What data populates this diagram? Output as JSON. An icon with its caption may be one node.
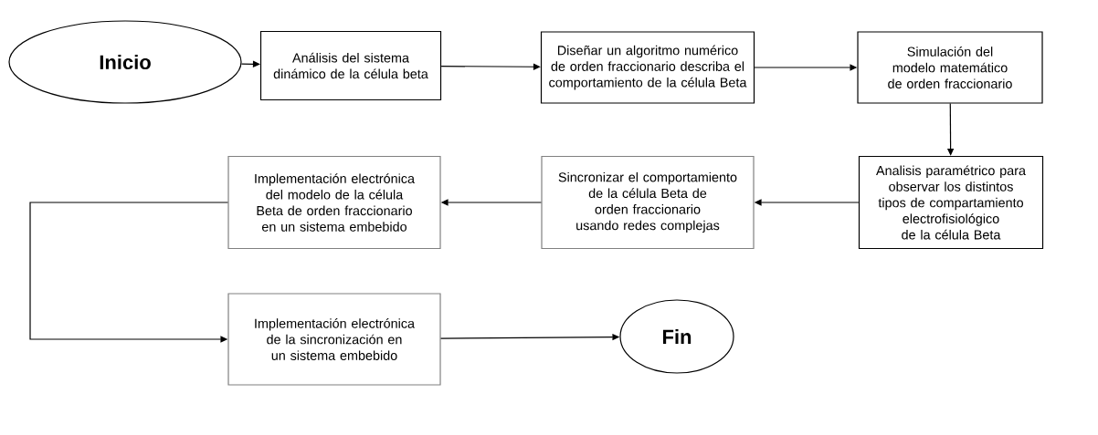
{
  "diagram": {
    "nodes": [
      {
        "text": [
          "Inicio"
        ]
      },
      {
        "text": [
          "Análisis del sistema dinámico de la célula beta"
        ]
      },
      {
        "text": [
          "Diseñar un algoritmo numérico de orden fraccionario describa el comportamiento de la célula Beta"
        ]
      },
      {
        "text": [
          "Simulación del modelo matemático de orden fraccionario"
        ]
      },
      {
        "text": [
          "Analisis paramétrico para observar los distintos tipos de compartamiento electrofisiológico de la célula Beta"
        ]
      },
      {
        "text": [
          "Sincronizar el comportamiento de la célula Beta de orden fraccionario usando redes complejas"
        ]
      },
      {
        "text": [
          "Implementación electrónica del modelo de la célula Beta de orden fraccionario en un sistema embebido"
        ]
      },
      {
        "text": [
          "Implementación electrónica de la sincronización en un sistema embebido"
        ]
      },
      {
        "text": [
          "Fin"
        ]
      }
    ],
    "edges": [
      {
        "from": 0,
        "to": 1,
        "arrow": "to"
      },
      {
        "from": 1,
        "to": 2,
        "arrow": "to"
      },
      {
        "from": 2,
        "to": 3,
        "arrow": "to"
      },
      {
        "from": 3,
        "to": 4,
        "arrow": "to"
      },
      {
        "from": 4,
        "to": 5,
        "arrow": "to"
      },
      {
        "from": 5,
        "to": 6,
        "arrow": "to"
      },
      {
        "from": 6,
        "to": 7,
        "arrow": "to"
      },
      {
        "from": 7,
        "to": 8,
        "arrow": "to"
      }
    ]
  }
}
